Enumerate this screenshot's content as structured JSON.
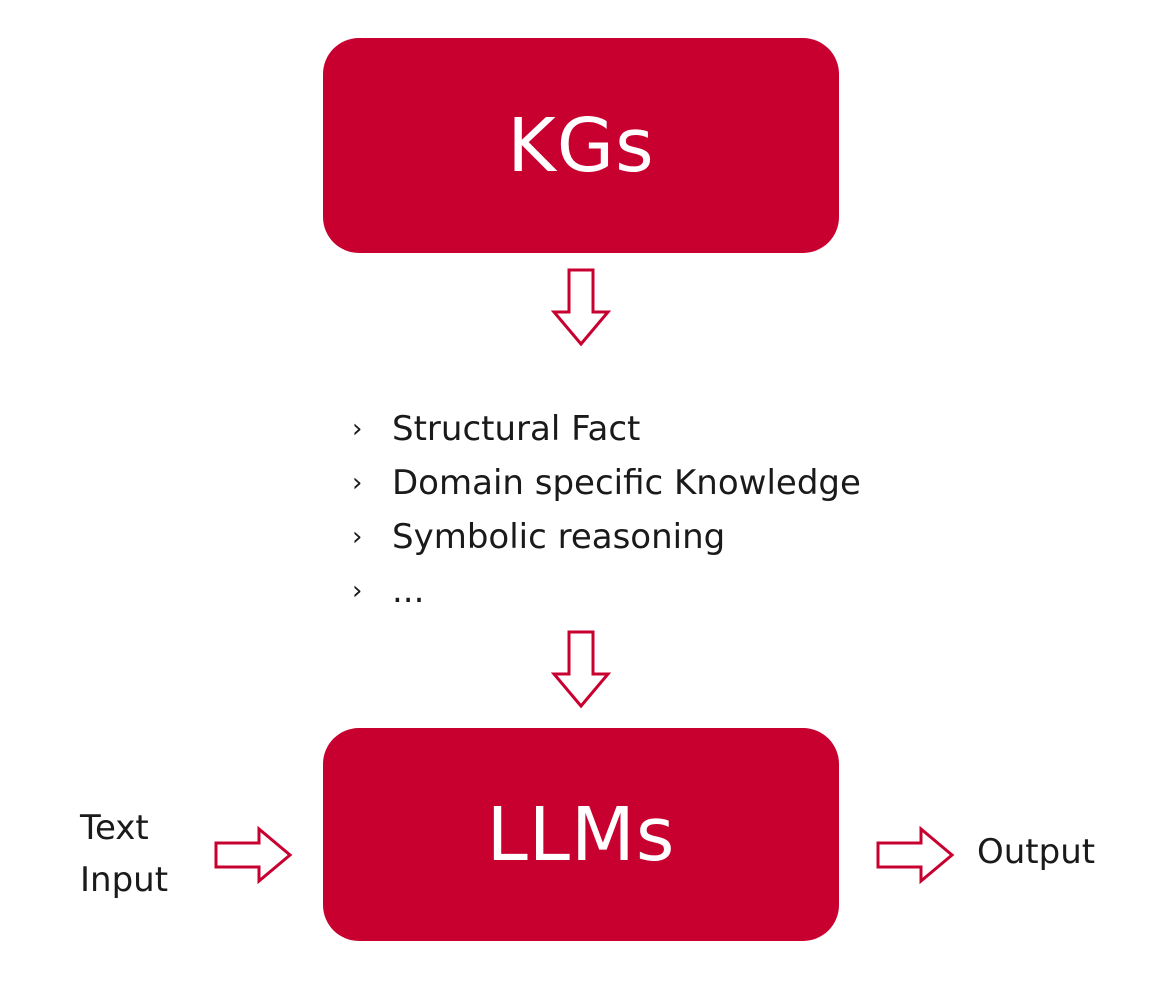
{
  "diagram": {
    "kgs_label": "KGs",
    "llms_label": "LLMs",
    "features": [
      "Structural Fact",
      "Domain specific Knowledge",
      "Symbolic reasoning",
      "..."
    ],
    "bullet_glyph": "›",
    "input_label_line1": "Text",
    "input_label_line2": "Input",
    "output_label": "Output",
    "colors": {
      "box_fill": "#c8002f",
      "arrow_stroke": "#c8002f",
      "box_text": "#ffffff"
    }
  }
}
